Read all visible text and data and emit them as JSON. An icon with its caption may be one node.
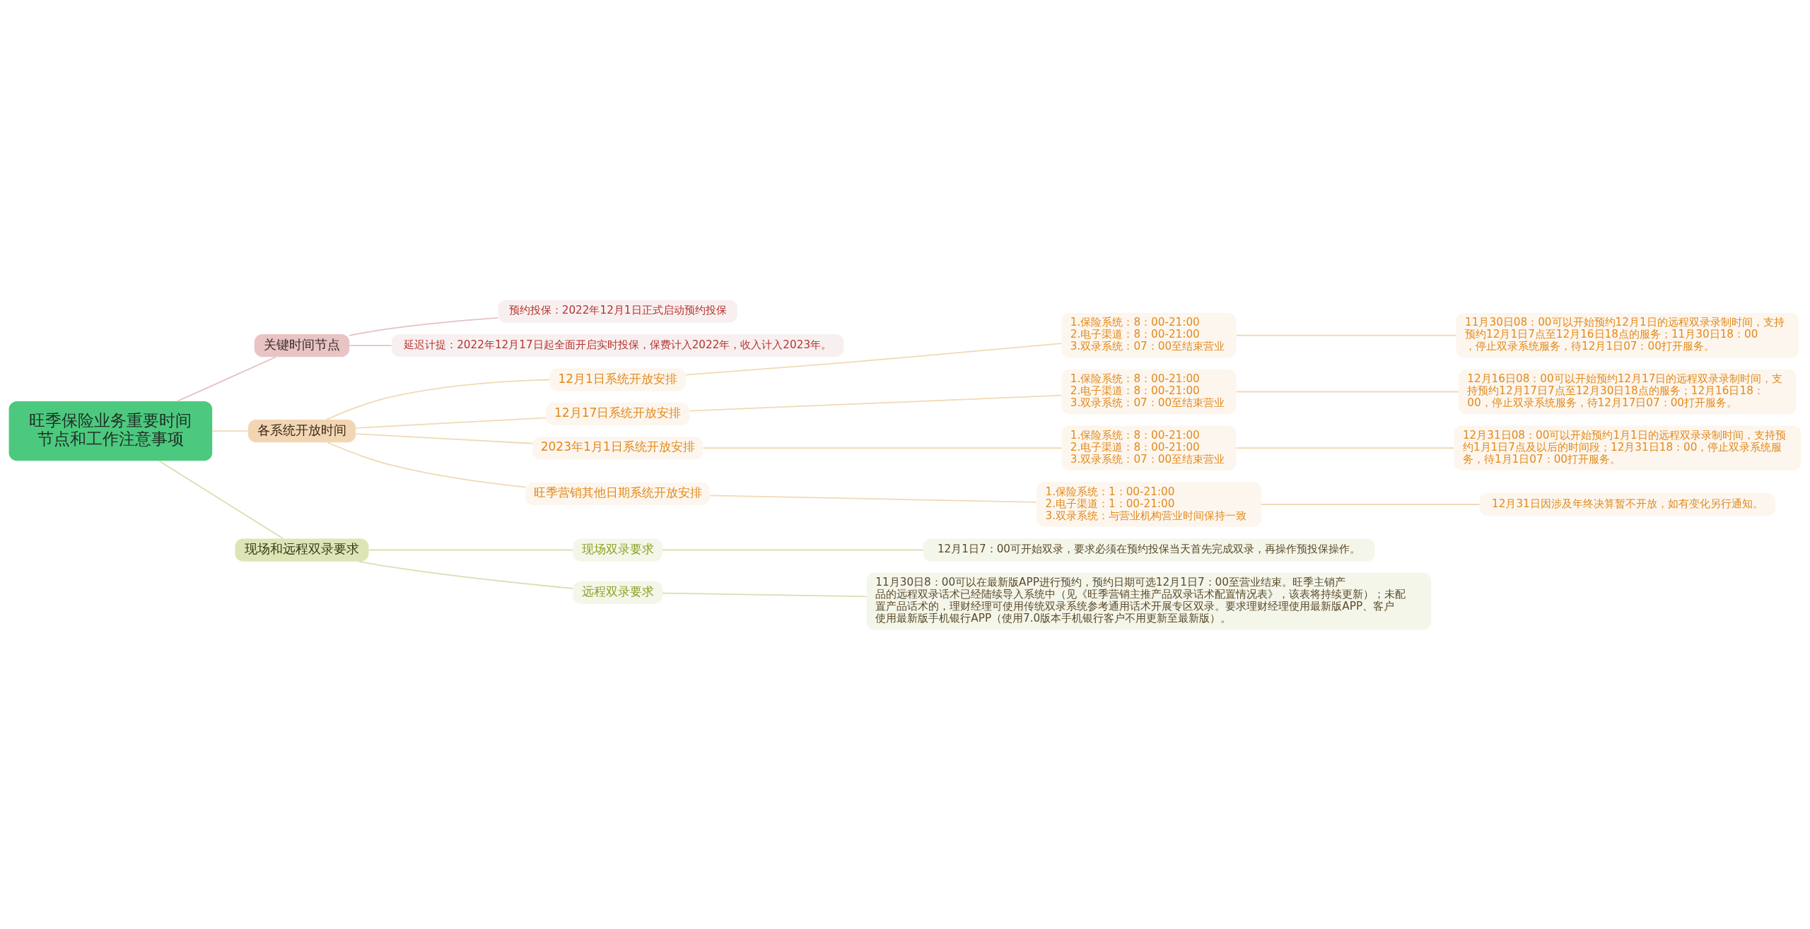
{
  "diagram": {
    "nodes": [
      {
        "text": [
          "旺季保险业务重要时间节点和工作注意事项"
        ]
      },
      {
        "text": [
          "关键时间节点"
        ]
      },
      {
        "text": [
          "预约投保：2022年12月1日正式启动预约投保"
        ]
      },
      {
        "text": [
          "延迟计提：2022年12月17日起全面开启实时投保，保费计入2022年，收入计入2023年。"
        ]
      },
      {
        "text": [
          "各系统开放时间"
        ]
      },
      {
        "text": [
          "12月1日系统开放安排"
        ]
      },
      {
        "text": [
          "1.保险系统：8：00-21:00",
          "2.电子渠道：8：00-21:00",
          "3.双录系统：07：00至结束营业"
        ]
      },
      {
        "text": [
          "11月30日08：00可以开始预约12月1日的远程双录录制时间，支持预约12月1日7点至12月16日18点的服务；11月30日18：00，停止双录系统服务，待12月1日07：00打开服务。"
        ]
      },
      {
        "text": [
          "12月17日系统开放安排"
        ]
      },
      {
        "text": [
          "1.保险系统：8：00-21:00",
          "2.电子渠道：8：00-21:00",
          "3.双录系统：07：00至结束营业"
        ]
      },
      {
        "text": [
          "12月16日08：00可以开始预约12月17日的远程双录录制时间，支持预约12月17日7点至12月30日18点的服务；12月16日18：00，停止双录系统服务，待12月17日07：00打开服务。"
        ]
      },
      {
        "text": [
          "2023年1月1日系统开放安排"
        ]
      },
      {
        "text": [
          "1.保险系统：8：00-21:00",
          "2.电子渠道：8：00-21:00",
          "3.双录系统：07：00至结束营业"
        ]
      },
      {
        "text": [
          "12月31日08：00可以开始预约1月1日的远程双录录制时间，支持预约1月1日7点及以后的时间段；12月31日18：00，停止双录系统服务，待1月1日07：00打开服务。"
        ]
      },
      {
        "text": [
          "旺季营销其他日期系统开放安排"
        ]
      },
      {
        "text": [
          "1.保险系统：1：00-21:00",
          "2.电子渠道：1：00-21:00",
          "3.双录系统：与营业机构营业时间保持一致"
        ]
      },
      {
        "text": [
          "12月31日因涉及年终决算暂不开放，如有变化另行通知。"
        ]
      },
      {
        "text": [
          "现场和远程双录要求"
        ]
      },
      {
        "text": [
          "现场双录要求"
        ]
      },
      {
        "text": [
          "12月1日7：00可开始双录，要求必须在预约投保当天首先完成双录，再操作预投保操作。"
        ]
      },
      {
        "text": [
          "远程双录要求"
        ]
      },
      {
        "text": [
          "11月30日8：00可以在最新版APP进行预约，预约日期可选12月1日7：00至营业结束。旺季主销产品的远程双录话术已经陆续导入系统中（见《旺季营销主推产品双录话术配置情况表》，该表将持续更新）；未配置产品话术的，理财经理可使用传统双录系统参考通用话术开展专区双录。要求理财经理使用最新版APP、客户使用最新版手机银行APP（使用7.0版本手机银行客户不用更新至最新版）。"
        ]
      }
    ],
    "edges": [
      {
        "from": 0,
        "to": 1,
        "arrow": "none",
        "color": "#e6c1c1"
      },
      {
        "from": 1,
        "to": 2,
        "arrow": "none",
        "color": "#e6c1c1"
      },
      {
        "from": 1,
        "to": 3,
        "arrow": "none",
        "color": "#e6c1c1"
      },
      {
        "from": 0,
        "to": 4,
        "arrow": "none"
      },
      {
        "from": 4,
        "to": 5,
        "arrow": "none"
      },
      {
        "from": 5,
        "to": 6,
        "arrow": "none"
      },
      {
        "from": 6,
        "to": 7,
        "arrow": "none"
      },
      {
        "from": 4,
        "to": 8,
        "arrow": "none"
      },
      {
        "from": 8,
        "to": 9,
        "arrow": "none"
      },
      {
        "from": 9,
        "to": 10,
        "arrow": "none"
      },
      {
        "from": 4,
        "to": 11,
        "arrow": "none"
      },
      {
        "from": 11,
        "to": 12,
        "arrow": "none"
      },
      {
        "from": 12,
        "to": 13,
        "arrow": "none"
      },
      {
        "from": 4,
        "to": 14,
        "arrow": "none"
      },
      {
        "from": 14,
        "to": 15,
        "arrow": "none"
      },
      {
        "from": 15,
        "to": 16,
        "arrow": "none"
      },
      {
        "from": 0,
        "to": 17,
        "arrow": "none",
        "color": "#d6e0b0"
      },
      {
        "from": 17,
        "to": 18,
        "arrow": "none",
        "color": "#d6e0b0"
      },
      {
        "from": 18,
        "to": 19,
        "arrow": "none",
        "color": "#d6e0b0"
      },
      {
        "from": 17,
        "to": 20,
        "arrow": "none",
        "color": "#d6e0b0"
      },
      {
        "from": 20,
        "to": 21,
        "arrow": "none",
        "color": "#d6e0b0"
      }
    ]
  }
}
